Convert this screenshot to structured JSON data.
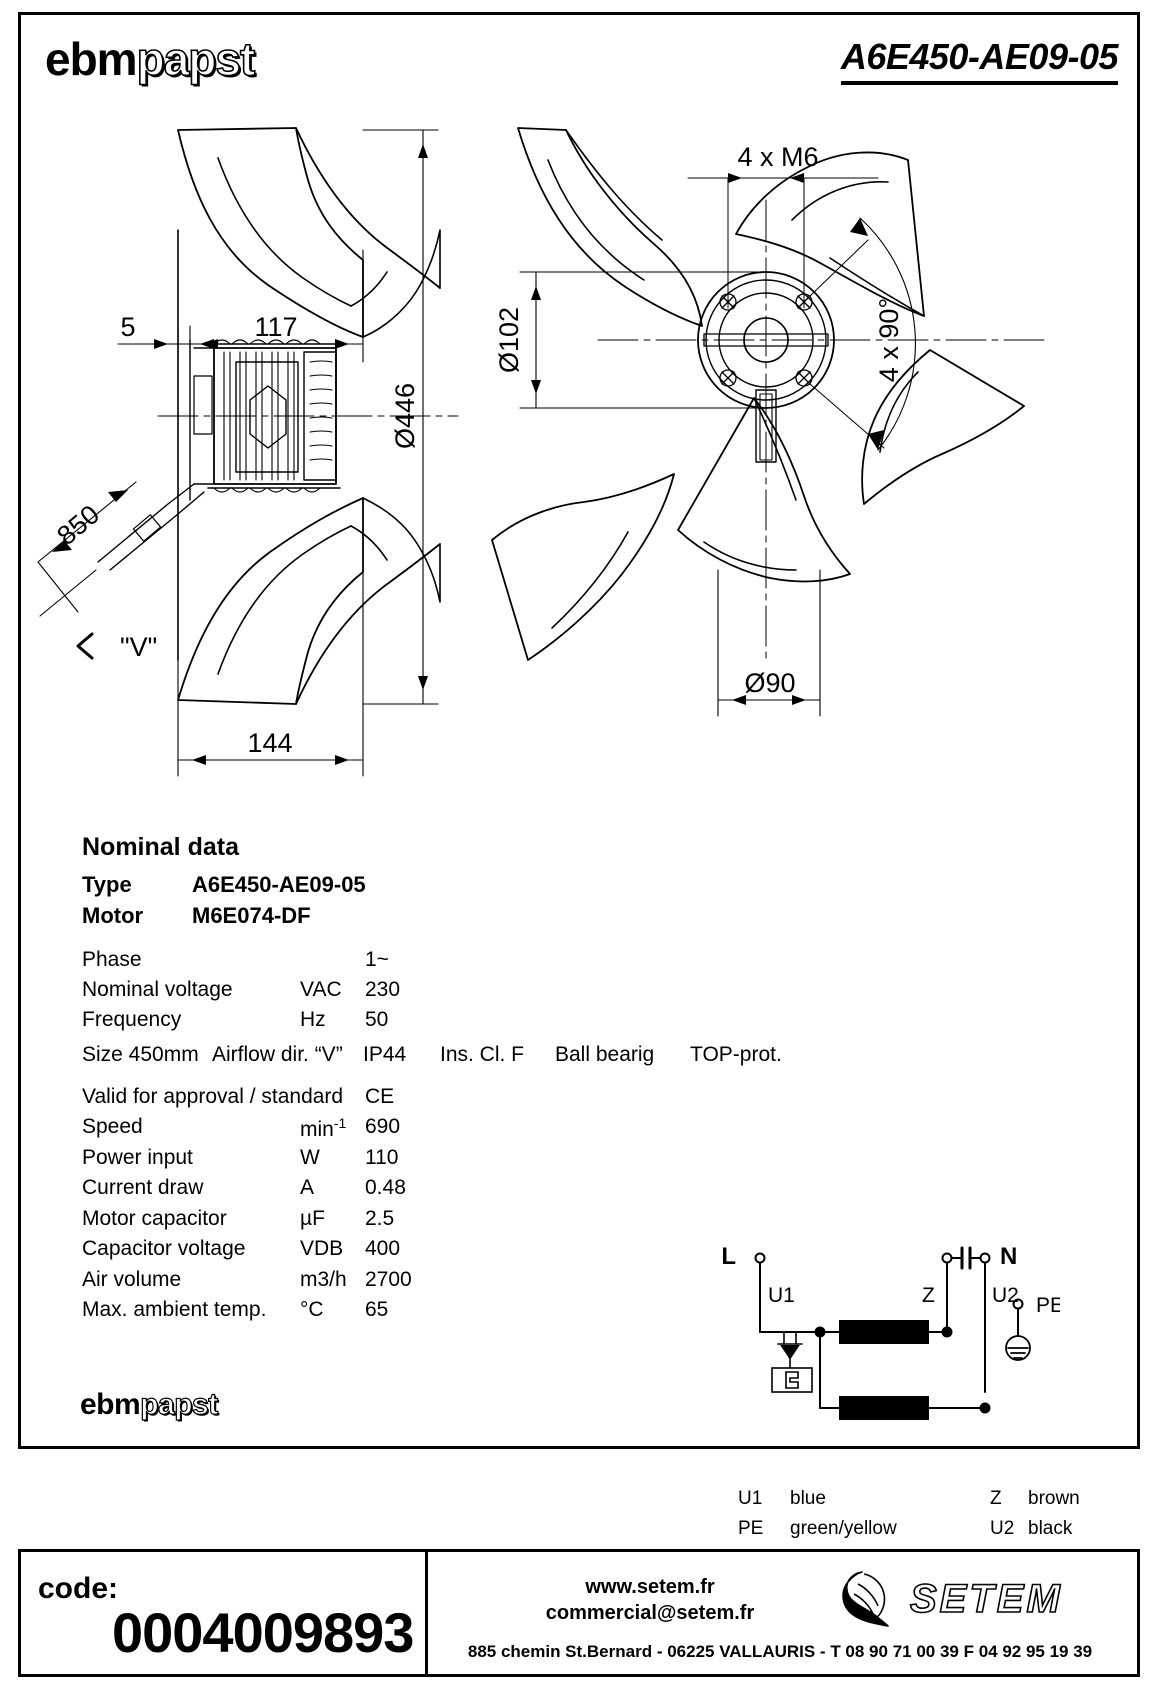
{
  "header": {
    "brand_bold": "ebm",
    "brand_light": "papst",
    "model": "A6E450-AE09-05"
  },
  "drawing": {
    "front_view": {
      "dim_offset": "5",
      "dim_depth": "117",
      "dim_diameter": "Ø446",
      "dim_width": "144",
      "dim_cable": "850",
      "airflow_label": "\"V\""
    },
    "rear_view": {
      "dim_thread": "4 x M6",
      "dim_bolt_circle": "Ø102",
      "dim_angle": "4 x 90°",
      "dim_hub": "Ø90"
    }
  },
  "nominal_data": {
    "title": "Nominal data",
    "type_label": "Type",
    "type_value": "A6E450-AE09-05",
    "motor_label": "Motor",
    "motor_value": "M6E074-DF",
    "rows": [
      {
        "label": "Phase",
        "unit": "",
        "value": "1~"
      },
      {
        "label": "Nominal voltage",
        "unit": "VAC",
        "value": "230"
      },
      {
        "label": "Frequency",
        "unit": "Hz",
        "value": "50"
      }
    ],
    "attributes": [
      "Size 450mm",
      "Airflow dir. “V”",
      "IP44",
      "Ins. Cl. F",
      "Ball bearig",
      "TOP-prot."
    ],
    "rows2": [
      {
        "label": "Valid for approval / standard",
        "unit": "",
        "value": "CE"
      },
      {
        "label": "Speed",
        "unit": "min-1",
        "unit_base": "min",
        "unit_sup": "-1",
        "value": "690"
      },
      {
        "label": "Power input",
        "unit": "W",
        "value": "110"
      },
      {
        "label": "Current draw",
        "unit": "A",
        "value": "0.48"
      },
      {
        "label": "Motor capacitor",
        "unit": "µF",
        "value": "2.5"
      },
      {
        "label": "Capacitor voltage",
        "unit": "VDB",
        "value": "400"
      },
      {
        "label": "Air volume",
        "unit": "m3/h",
        "value": "2700"
      },
      {
        "label": "Max. ambient temp.",
        "unit": "°C",
        "value": "65"
      }
    ]
  },
  "brand_small": {
    "bold": "ebm",
    "light": "papst"
  },
  "wiring": {
    "terminal_l": "L",
    "terminal_n": "N",
    "winding_u1": "U1",
    "winding_z": "Z",
    "winding_u2": "U2",
    "earth_pe": "PE",
    "legend": [
      {
        "code": "U1",
        "color": "blue"
      },
      {
        "code": "Z",
        "color": "brown"
      },
      {
        "code": "PE",
        "color": "green/yellow"
      },
      {
        "code": "U2",
        "color": "black"
      }
    ]
  },
  "footer": {
    "code_label": "code:",
    "code_value": "0004009893",
    "website": "www.setem.fr",
    "email": "commercial@setem.fr",
    "address": "885 chemin St.Bernard  -  06225 VALLAURIS  -  T 08 90 71 00 39   F 04 92 95 19 39",
    "logo_word": "SETEM"
  },
  "colors": {
    "ink": "#000000",
    "paper": "#ffffff"
  }
}
